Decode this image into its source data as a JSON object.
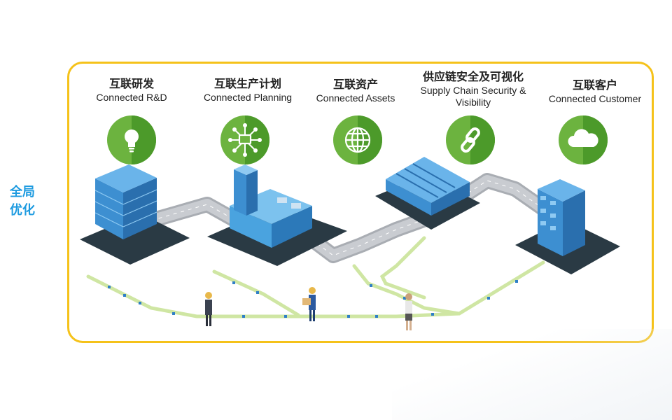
{
  "side_label": {
    "line1": "全局",
    "line2": "优化"
  },
  "columns": [
    {
      "zh": "互联研发",
      "en": "Connected R&D",
      "icon": "lightbulb-icon"
    },
    {
      "zh": "互联生产计划",
      "en": "Connected Planning",
      "icon": "network-hub-icon"
    },
    {
      "zh": "互联资产",
      "en": "Connected Assets",
      "icon": "globe-icon"
    },
    {
      "zh": "供应链安全及可视化",
      "en": "Supply Chain Security &\nVisibility",
      "icon": "chain-link-icon"
    },
    {
      "zh": "互联客户",
      "en": "Connected Customer",
      "icon": "cloud-icon"
    }
  ],
  "colors": {
    "accent_blue": "#1e9be0",
    "frame_yellow": "#f5c21a",
    "badge_green_light": "#6cb33f",
    "badge_green_dark": "#4c9a2a",
    "building_blue": "#3d8fd1",
    "road_gray": "#b9bdc3",
    "path_green": "#cfe6a3"
  }
}
